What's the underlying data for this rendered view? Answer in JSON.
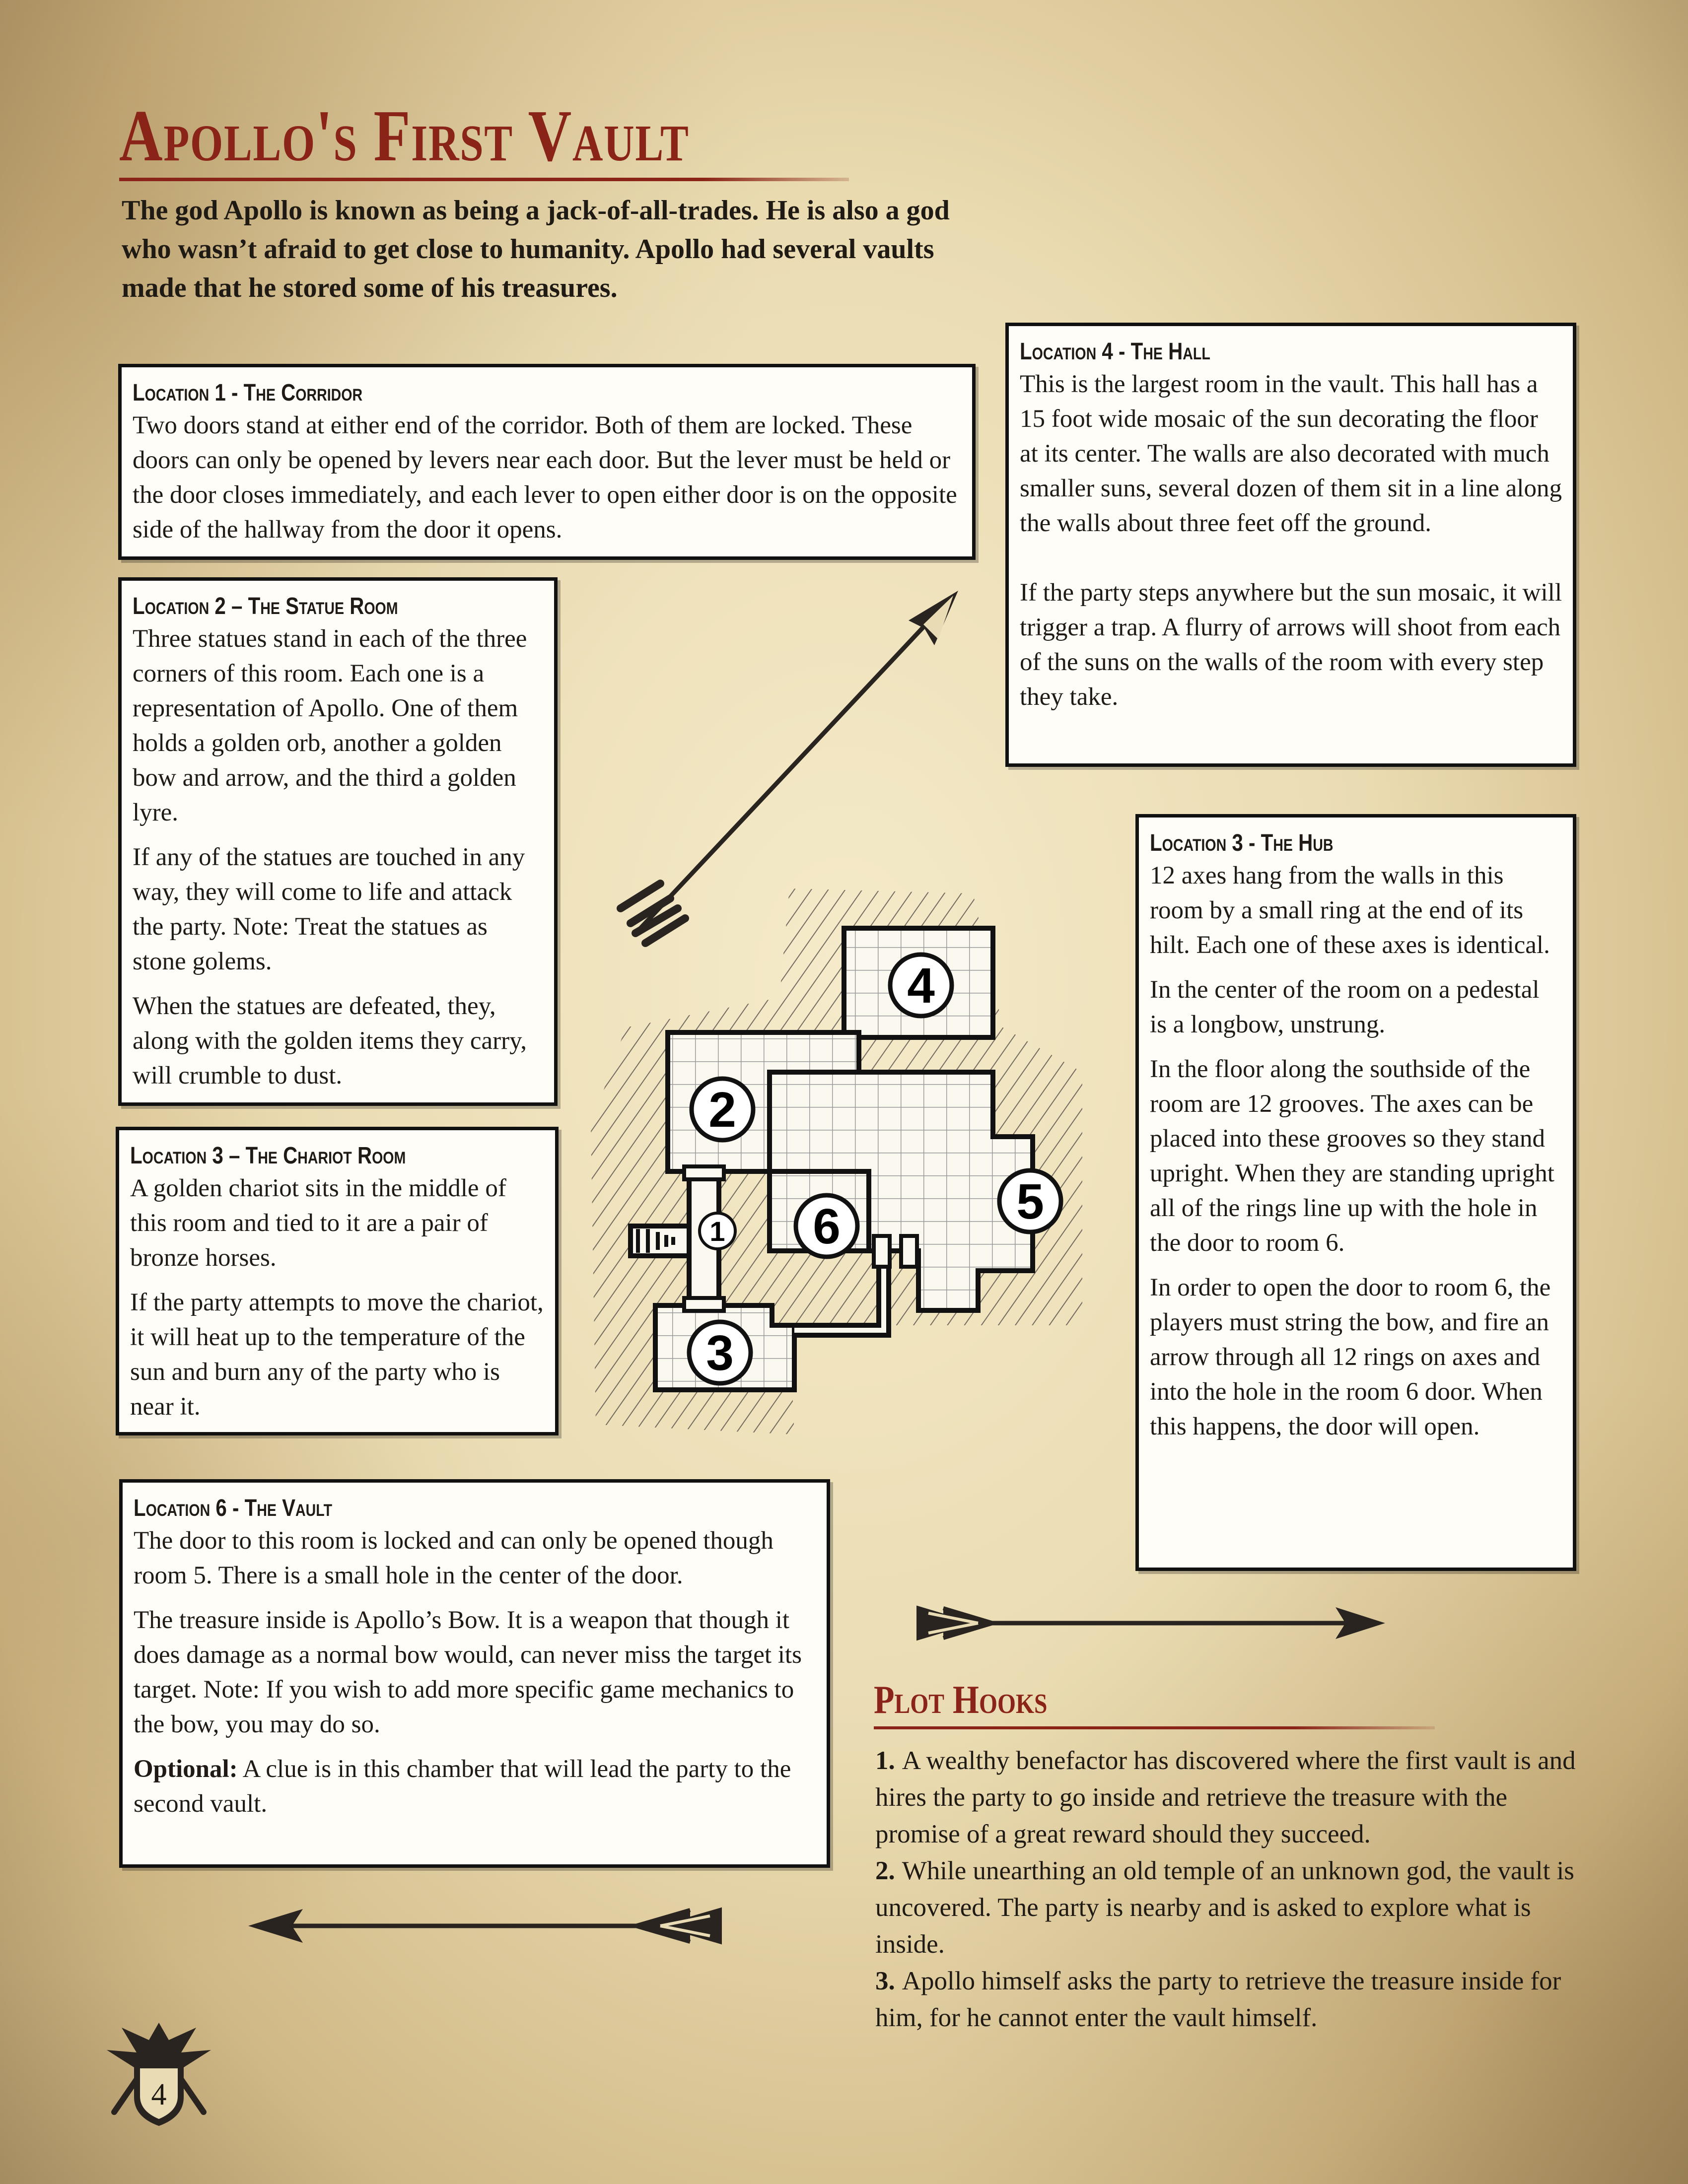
{
  "page": {
    "title": "Apollo's First Vault",
    "intro": "The god Apollo is known as being a jack-of-all-trades. He is also a god who wasn’t afraid to get close to humanity. Apollo had several vaults made that he stored some of his treasures.",
    "page_number": "4"
  },
  "location1": {
    "title": "Location 1 - The Corridor",
    "paragraphs": [
      "Two doors stand at either end of the corridor. Both of them are locked. These doors can only be opened by levers near each door. But the lever must be held or the door closes immediately, and each lever to open either door is on the opposite side of the hallway from the door it opens."
    ]
  },
  "location2": {
    "title": "Location 2 – The Statue Room",
    "paragraphs": [
      "Three statues stand in each of the three corners of this room. Each one is a representation of Apollo. One of them holds a golden orb, another a golden bow and arrow, and the third a golden lyre.",
      "If any of the statues are touched in any way, they will come to life and attack the party. Note: Treat the statues as stone golems.",
      "When the statues are defeated, they, along with the golden items they carry, will crumble to dust."
    ]
  },
  "location3_chariot": {
    "title": "Location 3 – The Chariot Room",
    "paragraphs": [
      "A golden chariot sits in the middle of this room and tied to it are a pair of bronze horses.",
      "If the party attempts to move the chariot, it will heat up to the temperature of the sun and burn any of the party who is near it."
    ]
  },
  "location4": {
    "title": "Location 4 - The Hall",
    "paragraphs": [
      "This is the largest room in the vault. This hall has a 15 foot wide mosaic of the sun decorating the floor at its center. The walls are also decorated with much smaller suns, several dozen of them sit in a line along the walls about three feet off the ground.",
      "If the party steps anywhere but the sun mosaic, it will trigger a trap. A flurry of arrows will shoot from each of the suns on the walls of the room with every step they take."
    ]
  },
  "location3_hub": {
    "title": "Location 3 - The Hub",
    "paragraphs": [
      "12 axes hang from the walls in this room by a small ring at the end of its hilt. Each one of these axes is identical.",
      "In the center of the room on a pedestal is a longbow, unstrung.",
      "In the floor along the southside of the room are 12 grooves. The axes can be placed into these grooves so they stand upright. When they are standing upright all of the rings line up with the hole in the door to room 6.",
      "In order to open the door to room 6, the players must string the bow, and fire an arrow through all 12 rings on axes and into the hole in the room 6 door. When this happens, the door will open."
    ]
  },
  "location6": {
    "title": "Location 6 - The Vault",
    "paragraphs": [
      "The door to this room is locked and can only be opened though room 5. There is a small hole in the center of the door.",
      "The treasure inside is Apollo’s Bow. It is a weapon that though it does damage as a normal bow would, can never miss the target its target. Note: If you wish to add more specific game mechanics to the bow, you may do so."
    ],
    "optional_label": "Optional:",
    "optional_text": "A clue is in this chamber that will lead the party to the second vault."
  },
  "map": {
    "labels": [
      "1",
      "2",
      "3",
      "4",
      "5",
      "6"
    ]
  },
  "plot_hooks": {
    "title": "Plot Hooks",
    "items": [
      {
        "num": "1.",
        "text": "A wealthy benefactor has discovered where the first vault is and hires the party to go inside and retrieve the treasure with the promise of a great reward should they succeed."
      },
      {
        "num": "2.",
        "text": "While unearthing an old temple of an unknown god, the vault is uncovered. The party is nearby and is asked to explore what is inside."
      },
      {
        "num": "3.",
        "text": "Apollo himself asks the party to retrieve the treasure inside for him, for he cannot enter the vault himself."
      }
    ]
  },
  "colors": {
    "heading_red": "#8a2418",
    "box_border": "#111111",
    "box_fill": "#fffdf7",
    "parchment": "#e6d6a8"
  }
}
